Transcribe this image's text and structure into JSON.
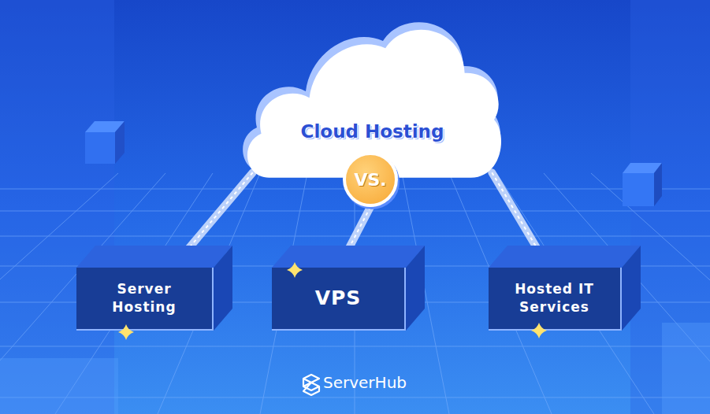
{
  "diagram": {
    "nodes": [
      {
        "text": [
          "Cloud Hosting"
        ]
      },
      {
        "text": [
          "VS."
        ]
      },
      {
        "text": [
          "Server Hosting"
        ]
      },
      {
        "text": [
          "VPS"
        ]
      },
      {
        "text": [
          "Hosted IT Services"
        ]
      }
    ],
    "edges": [
      {
        "from": 0,
        "to": 2,
        "arrow": "none"
      },
      {
        "from": 1,
        "to": 3,
        "arrow": "none"
      },
      {
        "from": 0,
        "to": 4,
        "arrow": "none"
      }
    ],
    "labels": [
      "ServerHub"
    ]
  }
}
